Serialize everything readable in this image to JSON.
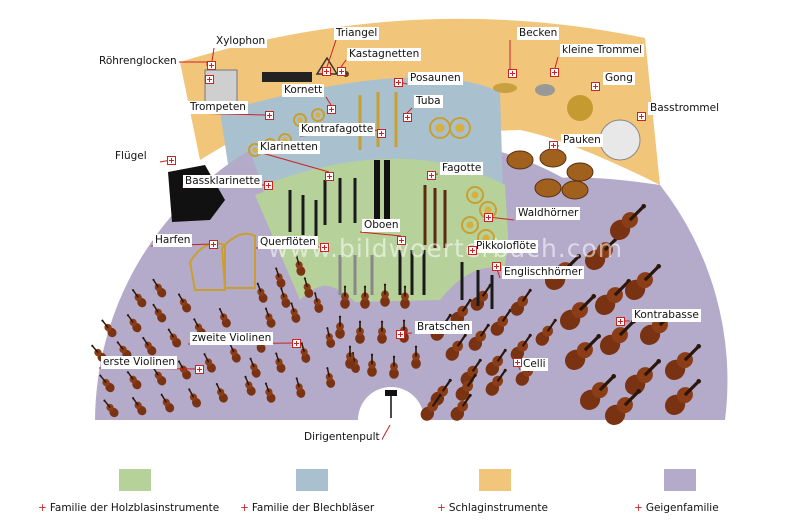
{
  "colors": {
    "woodwind": "#b7d19b",
    "brass": "#a9c0cf",
    "percussion": "#f2c67a",
    "strings": "#b4aac9",
    "callout": "#cc2222"
  },
  "watermark": "www.bildwoerterbuch.com",
  "labels": {
    "xylophon": "Xylophon",
    "triangel": "Triangel",
    "kastagnetten": "Kastagnetten",
    "becken": "Becken",
    "kleine_trommel": "kleine Trommel",
    "gong": "Gong",
    "roehrenglocken": "Röhrenglocken",
    "posaunen": "Posaunen",
    "kornett": "Kornett",
    "trompeten": "Trompeten",
    "tuba": "Tuba",
    "basstrommel": "Basstrommel",
    "kontrafagotte": "Kontrafagotte",
    "pauken": "Pauken",
    "klarinetten": "Klarinetten",
    "fluegel": "Flügel",
    "fagotte": "Fagotte",
    "bassklarinette": "Bassklarinette",
    "waldhoerner": "Waldhörner",
    "oboen": "Oboen",
    "harfen": "Harfen",
    "querfloeten": "Querflöten",
    "pikkolofloete": "Pikkoloflöte",
    "englischhoerner": "Englischhörner",
    "kontrabasse": "Kontrabasse",
    "bratschen": "Bratschen",
    "zweite_violinen": "zweite Violinen",
    "celli": "Celli",
    "erste_violinen": "erste Violinen",
    "dirigentenpult": "Dirigentenpult"
  },
  "legend": [
    {
      "key": "woodwind",
      "label": "Familie der Holzblasinstrumente"
    },
    {
      "key": "brass",
      "label": "Familie der Blechbläser"
    },
    {
      "key": "percussion",
      "label": "Schlaginstrumente"
    },
    {
      "key": "strings",
      "label": "Geigenfamilie"
    }
  ]
}
